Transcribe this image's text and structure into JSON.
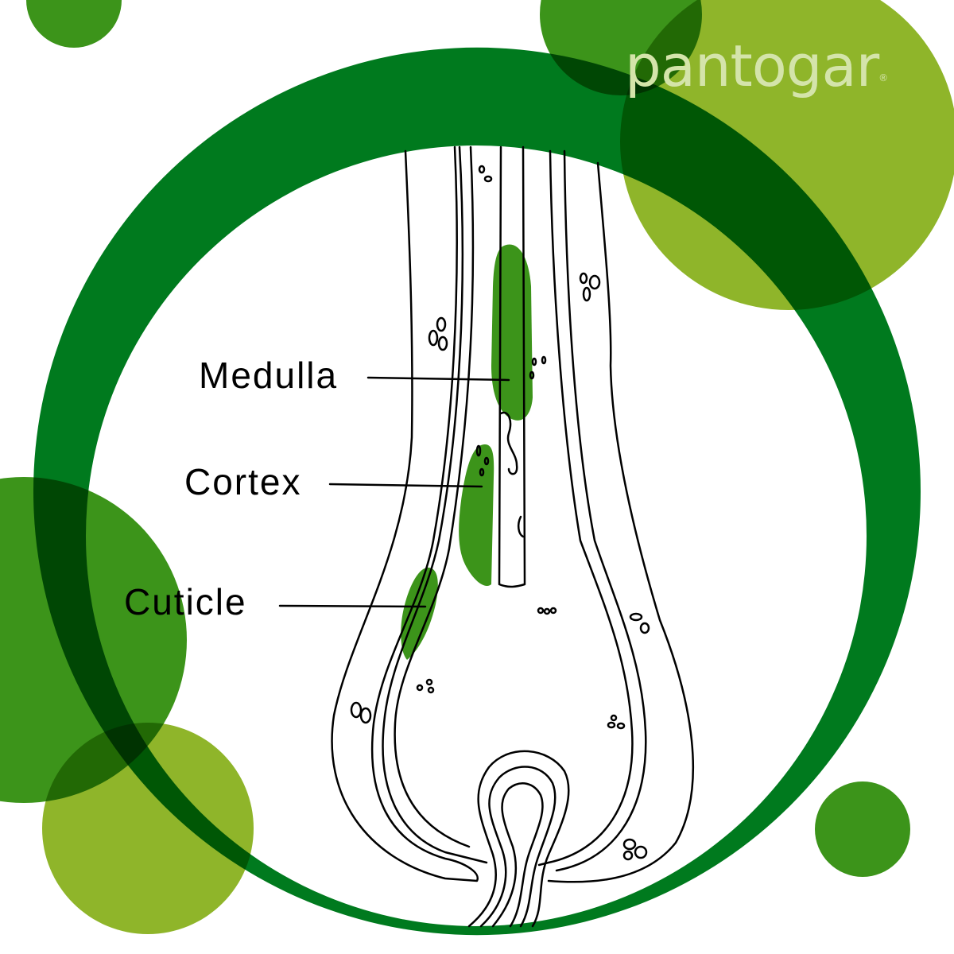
{
  "brand": {
    "name": "pantogar",
    "registered_mark": "®"
  },
  "labels": {
    "medulla": "Medulla",
    "cortex": "Cortex",
    "cuticle": "Cuticle"
  },
  "colors": {
    "ring": "#007a1e",
    "dark_green": "#3c941a",
    "light_green": "#8fb52a",
    "highlight": "#3c941a",
    "logo": "#d4e4aa"
  }
}
